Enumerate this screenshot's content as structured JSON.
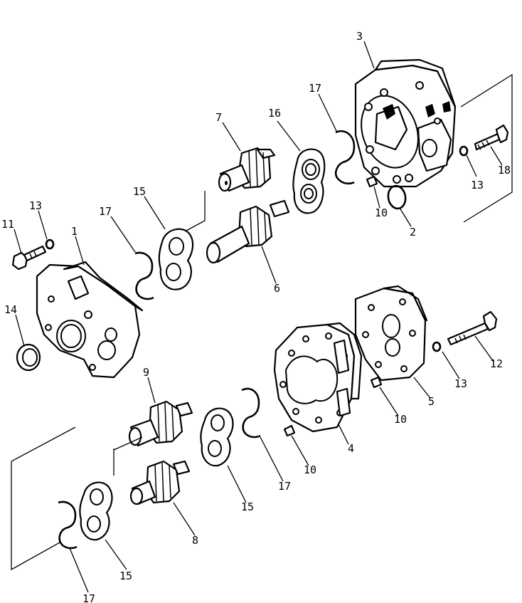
{
  "callouts": [
    {
      "id": "p3",
      "label": "3"
    },
    {
      "id": "p17a",
      "label": "17"
    },
    {
      "id": "p16",
      "label": "16"
    },
    {
      "id": "p7",
      "label": "7"
    },
    {
      "id": "p13a",
      "label": "13"
    },
    {
      "id": "p18",
      "label": "18"
    },
    {
      "id": "p10a",
      "label": "10"
    },
    {
      "id": "p2",
      "label": "2"
    },
    {
      "id": "p15a",
      "label": "15"
    },
    {
      "id": "p17b",
      "label": "17"
    },
    {
      "id": "p13b",
      "label": "13"
    },
    {
      "id": "p11",
      "label": "11"
    },
    {
      "id": "p1",
      "label": "1"
    },
    {
      "id": "p6",
      "label": "6"
    },
    {
      "id": "p14",
      "label": "14"
    },
    {
      "id": "p12",
      "label": "12"
    },
    {
      "id": "p13c",
      "label": "13"
    },
    {
      "id": "p5",
      "label": "5"
    },
    {
      "id": "p10b",
      "label": "10"
    },
    {
      "id": "p4",
      "label": "4"
    },
    {
      "id": "p10c",
      "label": "10"
    },
    {
      "id": "p9",
      "label": "9"
    },
    {
      "id": "p17c",
      "label": "17"
    },
    {
      "id": "p15b",
      "label": "15"
    },
    {
      "id": "p8",
      "label": "8"
    },
    {
      "id": "p15c",
      "label": "15"
    },
    {
      "id": "p17d",
      "label": "17"
    }
  ]
}
